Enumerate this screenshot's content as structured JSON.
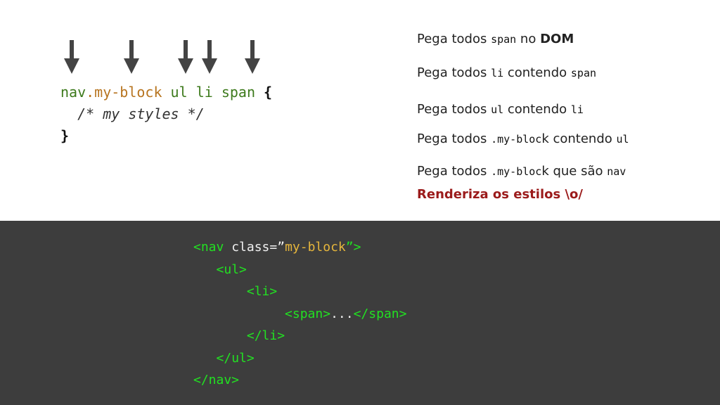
{
  "css_rule": {
    "nav": "nav",
    "class": ".my-block",
    "ul": "ul",
    "li": "li",
    "span": "span",
    "open_brace": "{",
    "comment": "/* my styles */",
    "close_brace": "}"
  },
  "explanations": [
    {
      "prefix": "Pega todos ",
      "code": "span",
      "suffix": " no ",
      "bold": "DOM"
    },
    {
      "prefix": "Pega todos ",
      "code": "li",
      "suffix": " contendo ",
      "code2": "span"
    },
    {
      "prefix": "Pega todos ",
      "code": "ul",
      "suffix": " contendo ",
      "code2": "li"
    },
    {
      "prefix": "Pega todos ",
      "code": ".my-bloc",
      "suffix": "k contendo ",
      "code2": "ul"
    },
    {
      "prefix": "Pega todos ",
      "code": ".my-bloc",
      "suffix": "k que são ",
      "code2": "nav"
    }
  ],
  "final_text": "Renderiza os estilos \\o/",
  "html_snippet": {
    "line1_open": "<nav",
    "line1_attr": " class=”",
    "line1_val": "my-block",
    "line1_close": "”>",
    "line2": "<ul>",
    "line3": "<li>",
    "line4_open": "<span>",
    "line4_dots": "...",
    "line4_close": "</span>",
    "line5": "</li>",
    "line6": "</ul>",
    "line7": "</nav>"
  },
  "colors": {
    "dark_panel": "#3d3d3d",
    "selector_orange": "#b7741f",
    "element_green": "#3d7a1c",
    "tag_green": "#22e022",
    "attr_value": "#e6b63c",
    "final_red": "#9b1b1b"
  }
}
